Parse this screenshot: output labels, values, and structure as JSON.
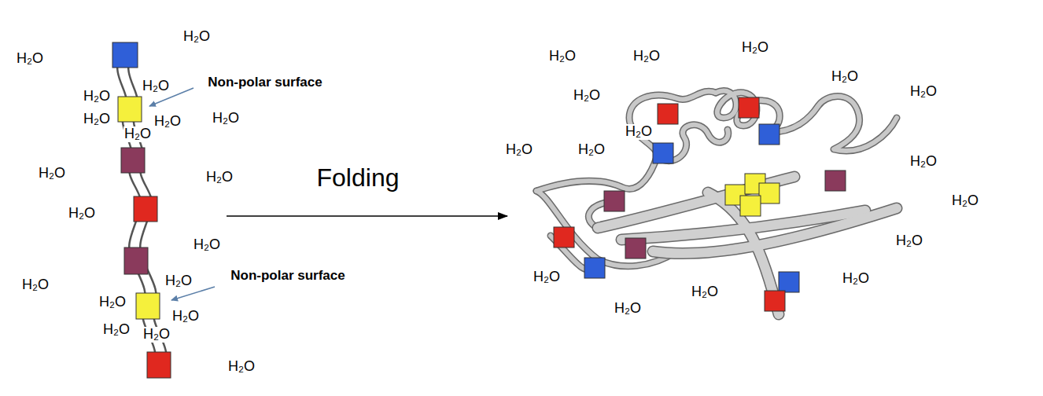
{
  "diagram": {
    "labels": [
      "H₂O",
      "H₂O",
      "H₂O",
      "H₂O",
      "Non-polar surface",
      "H₂O",
      "H₂O",
      "H₂O",
      "H₂O",
      "H₂O",
      "H₂O",
      "Folding",
      "H₂O",
      "H₂O",
      "H₂O",
      "H₂O",
      "Non-polar surface",
      "H₂O",
      "H₂O",
      "H₂O",
      "H₂O",
      "H₂O",
      "H₂O",
      "H₂O",
      "H₂O",
      "H₂O",
      "H₂O",
      "H₂O",
      "H₂O",
      "H₂O",
      "H₂O",
      "H₂O",
      "H₂O",
      "H₂O",
      "H₂O",
      "H₂O",
      "H₂O",
      "H₂O"
    ]
  }
}
